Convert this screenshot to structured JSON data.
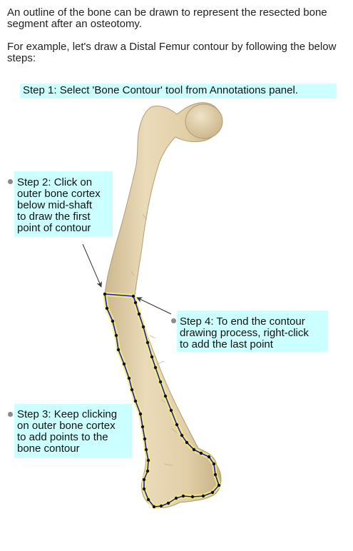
{
  "intro": {
    "line1": "An outline of the bone can be drawn to represent the resected bone segment after an osteotomy.",
    "line2": "For example, let's draw a Distal Femur contour by following the below steps:"
  },
  "steps": {
    "step1": "Step 1: Select 'Bone Contour' tool from Annotations panel.",
    "step2": [
      "Step 2: Click on",
      "outer bone cortex",
      "below mid-shaft",
      "to draw the first",
      "point of contour"
    ],
    "step3": [
      "Step 3: Keep clicking",
      "on outer bone cortex",
      "to add points to the",
      "bone contour"
    ],
    "step4": [
      "Step 4: To end the contour",
      "drawing process, right-click",
      "to add the last point"
    ]
  },
  "colors": {
    "callout_bg": "#ccffff",
    "contour_line": "#1a1acc",
    "contour_point": "#111111",
    "contour_glow": "#f5f06a",
    "bone_fill": "#e3d2ae",
    "bone_shade": "#c9b48a",
    "arrow": "#333333"
  }
}
